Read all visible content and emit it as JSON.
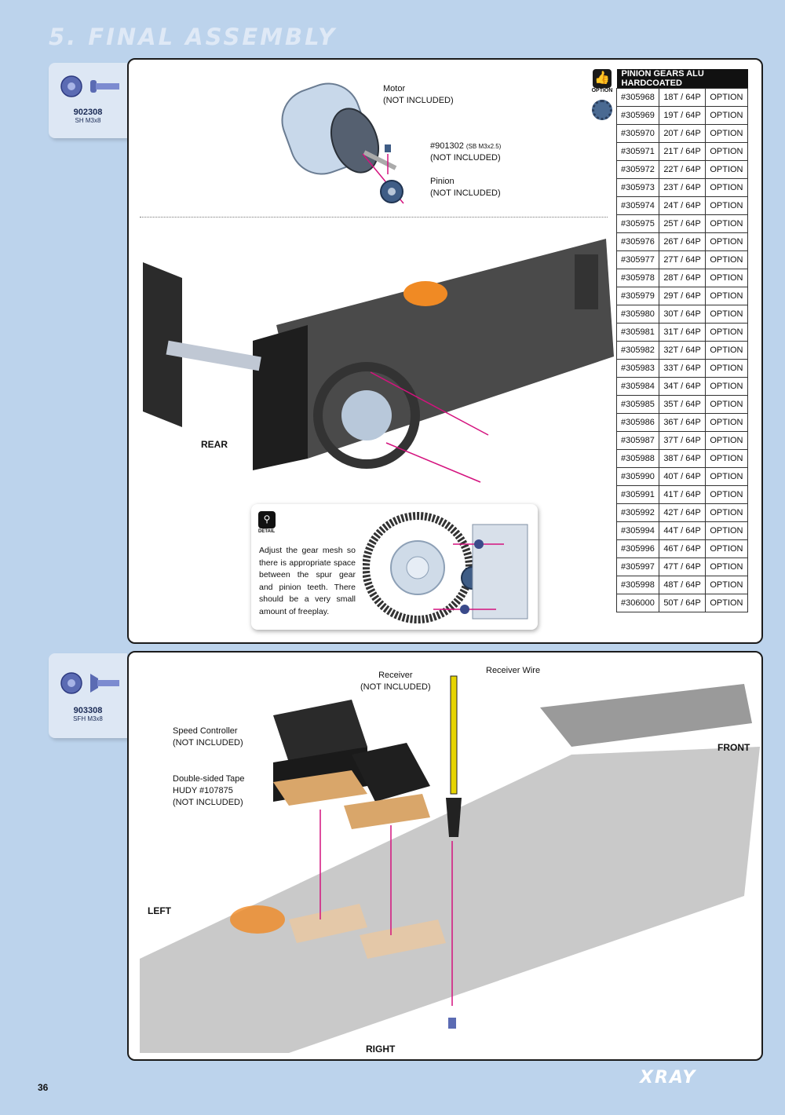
{
  "header": {
    "title": "5. FINAL ASSEMBLY"
  },
  "step1": {
    "part": {
      "code": "902308",
      "desc": "SH M3x8"
    },
    "callouts": {
      "motor": {
        "name": "Motor",
        "note": "(NOT INCLUDED)"
      },
      "screw": {
        "name": "#901302",
        "spec": "(SB M3x2.5)",
        "note": "(NOT INCLUDED)"
      },
      "pinion": {
        "name": "Pinion",
        "note": "(NOT INCLUDED)"
      }
    },
    "direction": "REAR",
    "option_badge": "OPTION",
    "table": {
      "header": "PINION GEARS ALU HARDCOATED",
      "rows": [
        [
          "#305968",
          "18T / 64P",
          "OPTION"
        ],
        [
          "#305969",
          "19T / 64P",
          "OPTION"
        ],
        [
          "#305970",
          "20T / 64P",
          "OPTION"
        ],
        [
          "#305971",
          "21T / 64P",
          "OPTION"
        ],
        [
          "#305972",
          "22T / 64P",
          "OPTION"
        ],
        [
          "#305973",
          "23T / 64P",
          "OPTION"
        ],
        [
          "#305974",
          "24T / 64P",
          "OPTION"
        ],
        [
          "#305975",
          "25T / 64P",
          "OPTION"
        ],
        [
          "#305976",
          "26T / 64P",
          "OPTION"
        ],
        [
          "#305977",
          "27T / 64P",
          "OPTION"
        ],
        [
          "#305978",
          "28T / 64P",
          "OPTION"
        ],
        [
          "#305979",
          "29T / 64P",
          "OPTION"
        ],
        [
          "#305980",
          "30T / 64P",
          "OPTION"
        ],
        [
          "#305981",
          "31T / 64P",
          "OPTION"
        ],
        [
          "#305982",
          "32T / 64P",
          "OPTION"
        ],
        [
          "#305983",
          "33T / 64P",
          "OPTION"
        ],
        [
          "#305984",
          "34T / 64P",
          "OPTION"
        ],
        [
          "#305985",
          "35T / 64P",
          "OPTION"
        ],
        [
          "#305986",
          "36T / 64P",
          "OPTION"
        ],
        [
          "#305987",
          "37T / 64P",
          "OPTION"
        ],
        [
          "#305988",
          "38T / 64P",
          "OPTION"
        ],
        [
          "#305990",
          "40T / 64P",
          "OPTION"
        ],
        [
          "#305991",
          "41T / 64P",
          "OPTION"
        ],
        [
          "#305992",
          "42T / 64P",
          "OPTION"
        ],
        [
          "#305994",
          "44T / 64P",
          "OPTION"
        ],
        [
          "#305996",
          "46T / 64P",
          "OPTION"
        ],
        [
          "#305997",
          "47T / 64P",
          "OPTION"
        ],
        [
          "#305998",
          "48T / 64P",
          "OPTION"
        ],
        [
          "#306000",
          "50T / 64P",
          "OPTION"
        ]
      ]
    },
    "detail": {
      "badge": "DETAIL",
      "text": "Adjust the gear mesh so there is appropriate space between the spur gear and pinion teeth. There should be a very small amount of freeplay."
    }
  },
  "step2": {
    "part": {
      "code": "903308",
      "desc": "SFH M3x8"
    },
    "callouts": {
      "receiver": {
        "name": "Receiver",
        "note": "(NOT INCLUDED)"
      },
      "receiver_wire": {
        "name": "Receiver Wire"
      },
      "speed_controller": {
        "name": "Speed Controller",
        "note": "(NOT INCLUDED)"
      },
      "tape": {
        "name": "Double-sided Tape",
        "spec": "HUDY #107875",
        "note": "(NOT INCLUDED)"
      }
    },
    "directions": {
      "front": "FRONT",
      "left": "LEFT",
      "right": "RIGHT"
    }
  },
  "footer": {
    "page_number": "36",
    "logo": "XRAY"
  },
  "colors": {
    "background": "#bcd3ec",
    "accent_magenta": "#d4127e",
    "anodized_orange": "#f08a24",
    "carbon": "#3a3a3a"
  }
}
